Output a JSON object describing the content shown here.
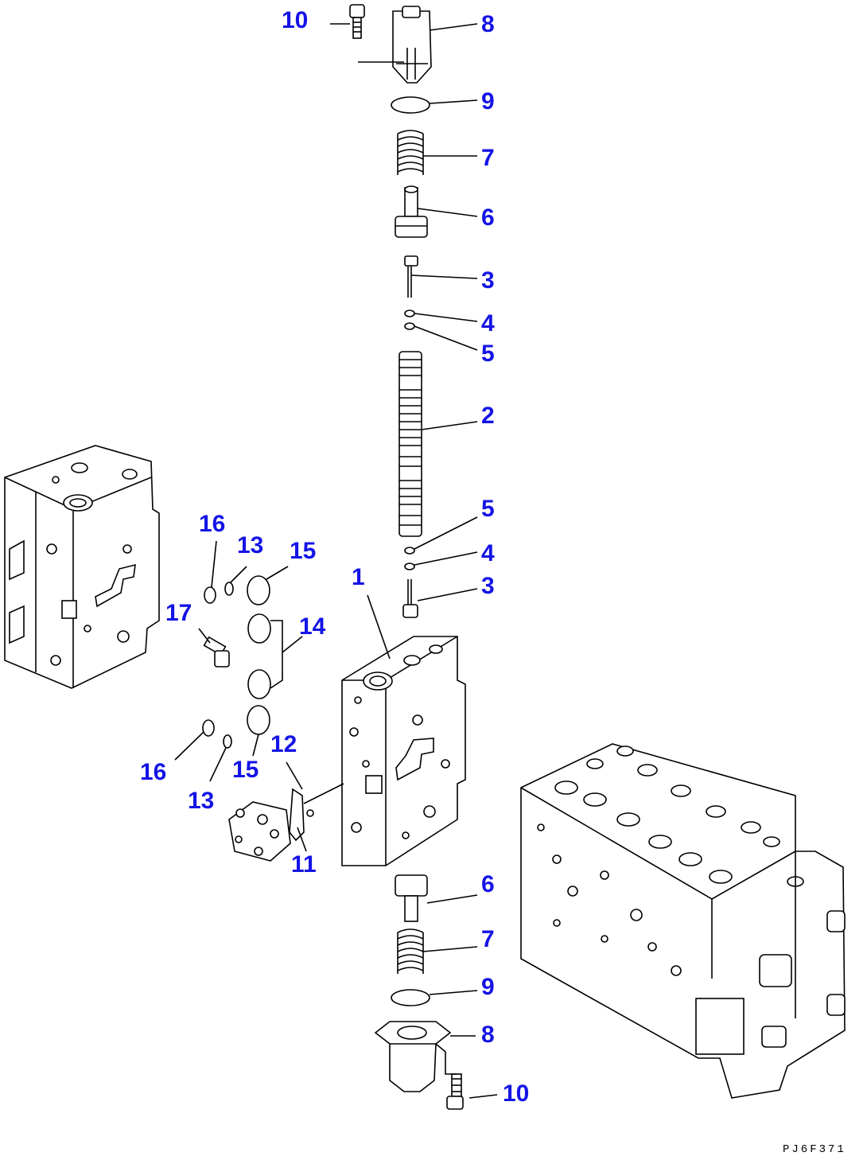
{
  "diagram": {
    "drawing_code": "PJ6F371",
    "callouts": [
      {
        "id": "c10-top",
        "text": "10"
      },
      {
        "id": "c8-top",
        "text": "8"
      },
      {
        "id": "c9-top",
        "text": "9"
      },
      {
        "id": "c7-top",
        "text": "7"
      },
      {
        "id": "c6-top",
        "text": "6"
      },
      {
        "id": "c3-top",
        "text": "3"
      },
      {
        "id": "c4-top",
        "text": "4"
      },
      {
        "id": "c5-top",
        "text": "5"
      },
      {
        "id": "c2",
        "text": "2"
      },
      {
        "id": "c5-mid",
        "text": "5"
      },
      {
        "id": "c4-mid",
        "text": "4"
      },
      {
        "id": "c3-mid",
        "text": "3"
      },
      {
        "id": "c1",
        "text": "1"
      },
      {
        "id": "c16-top",
        "text": "16"
      },
      {
        "id": "c13-top",
        "text": "13"
      },
      {
        "id": "c15-top",
        "text": "15"
      },
      {
        "id": "c17",
        "text": "17"
      },
      {
        "id": "c14",
        "text": "14"
      },
      {
        "id": "c12",
        "text": "12"
      },
      {
        "id": "c16-bot",
        "text": "16"
      },
      {
        "id": "c15-bot",
        "text": "15"
      },
      {
        "id": "c13-bot",
        "text": "13"
      },
      {
        "id": "c11",
        "text": "11"
      },
      {
        "id": "c6-bot",
        "text": "6"
      },
      {
        "id": "c7-bot",
        "text": "7"
      },
      {
        "id": "c9-bot",
        "text": "9"
      },
      {
        "id": "c8-bot",
        "text": "8"
      },
      {
        "id": "c10-bot",
        "text": "10"
      }
    ]
  }
}
